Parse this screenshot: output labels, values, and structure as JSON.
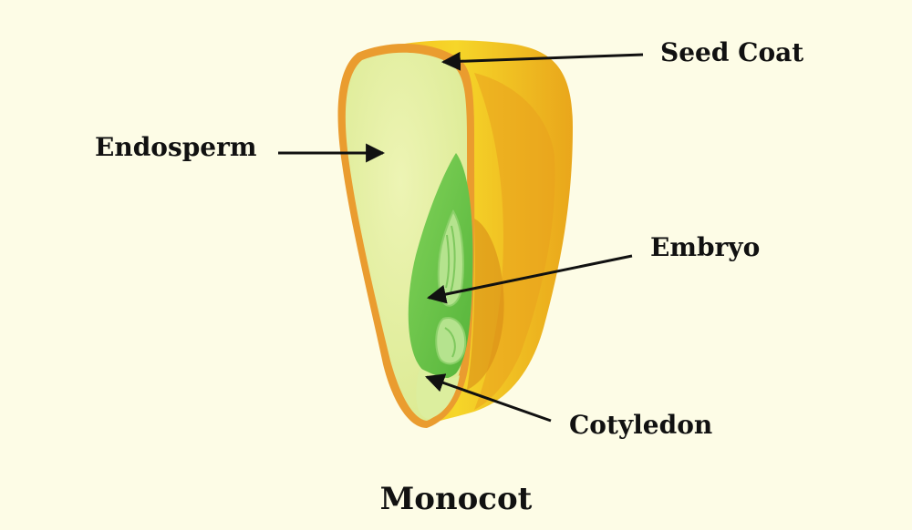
{
  "colors": {
    "background": "#fdfce6",
    "seed_coat_outer": "#f2c41c",
    "seed_coat_shade": "#e8a21a",
    "seed_coat_rim": "#e89a2e",
    "endosperm": "#e3ee9c",
    "embryo_outer": "#6fc84a",
    "embryo_inner": "#a7dc84",
    "cotyledon": "#d9ec98",
    "arrow": "#111111",
    "label_text": "#111111"
  },
  "labels": {
    "seed_coat": "Seed Coat",
    "endosperm": "Endosperm",
    "embryo": "Embryo",
    "cotyledon": "Cotyledon"
  },
  "caption": "Monocot",
  "icons": {
    "seed": "monocot-seed-cross-section",
    "arrow": "arrow"
  }
}
